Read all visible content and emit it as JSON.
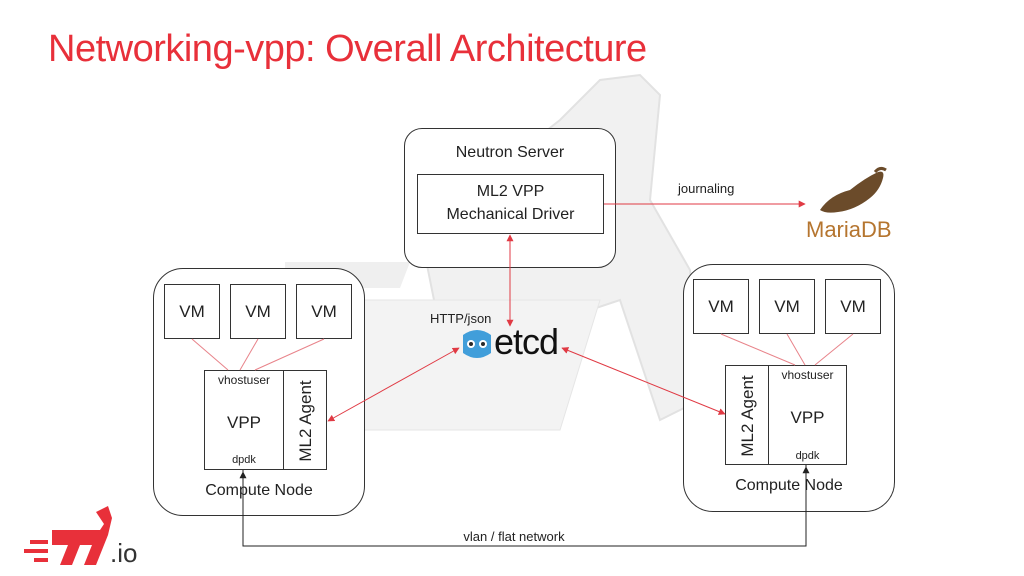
{
  "title": "Networking-vpp: Overall Architecture",
  "neutron": {
    "label": "Neutron Server",
    "driver_line1": "ML2 VPP",
    "driver_line2": "Mechanical Driver"
  },
  "journaling_label": "journaling",
  "mariadb_label": "MariaDB",
  "http_label": "HTTP/json",
  "etcd_label": "etcd",
  "left_node": {
    "vms": [
      "VM",
      "VM",
      "VM"
    ],
    "vhostuser": "vhostuser",
    "vpp": "VPP",
    "dpdk": "dpdk",
    "agent": "ML2 Agent",
    "label": "Compute Node"
  },
  "right_node": {
    "vms": [
      "VM",
      "VM",
      "VM"
    ],
    "vhostuser": "vhostuser",
    "vpp": "VPP",
    "dpdk": "dpdk",
    "agent": "ML2 Agent",
    "label": "Compute Node"
  },
  "network_label": "vlan / flat network",
  "logo_suffix": ".io",
  "colors": {
    "title": "#e8303a",
    "arrow": "#e03a44",
    "mariadb_text": "#b5752f",
    "etcd_blue": "#419eda"
  }
}
